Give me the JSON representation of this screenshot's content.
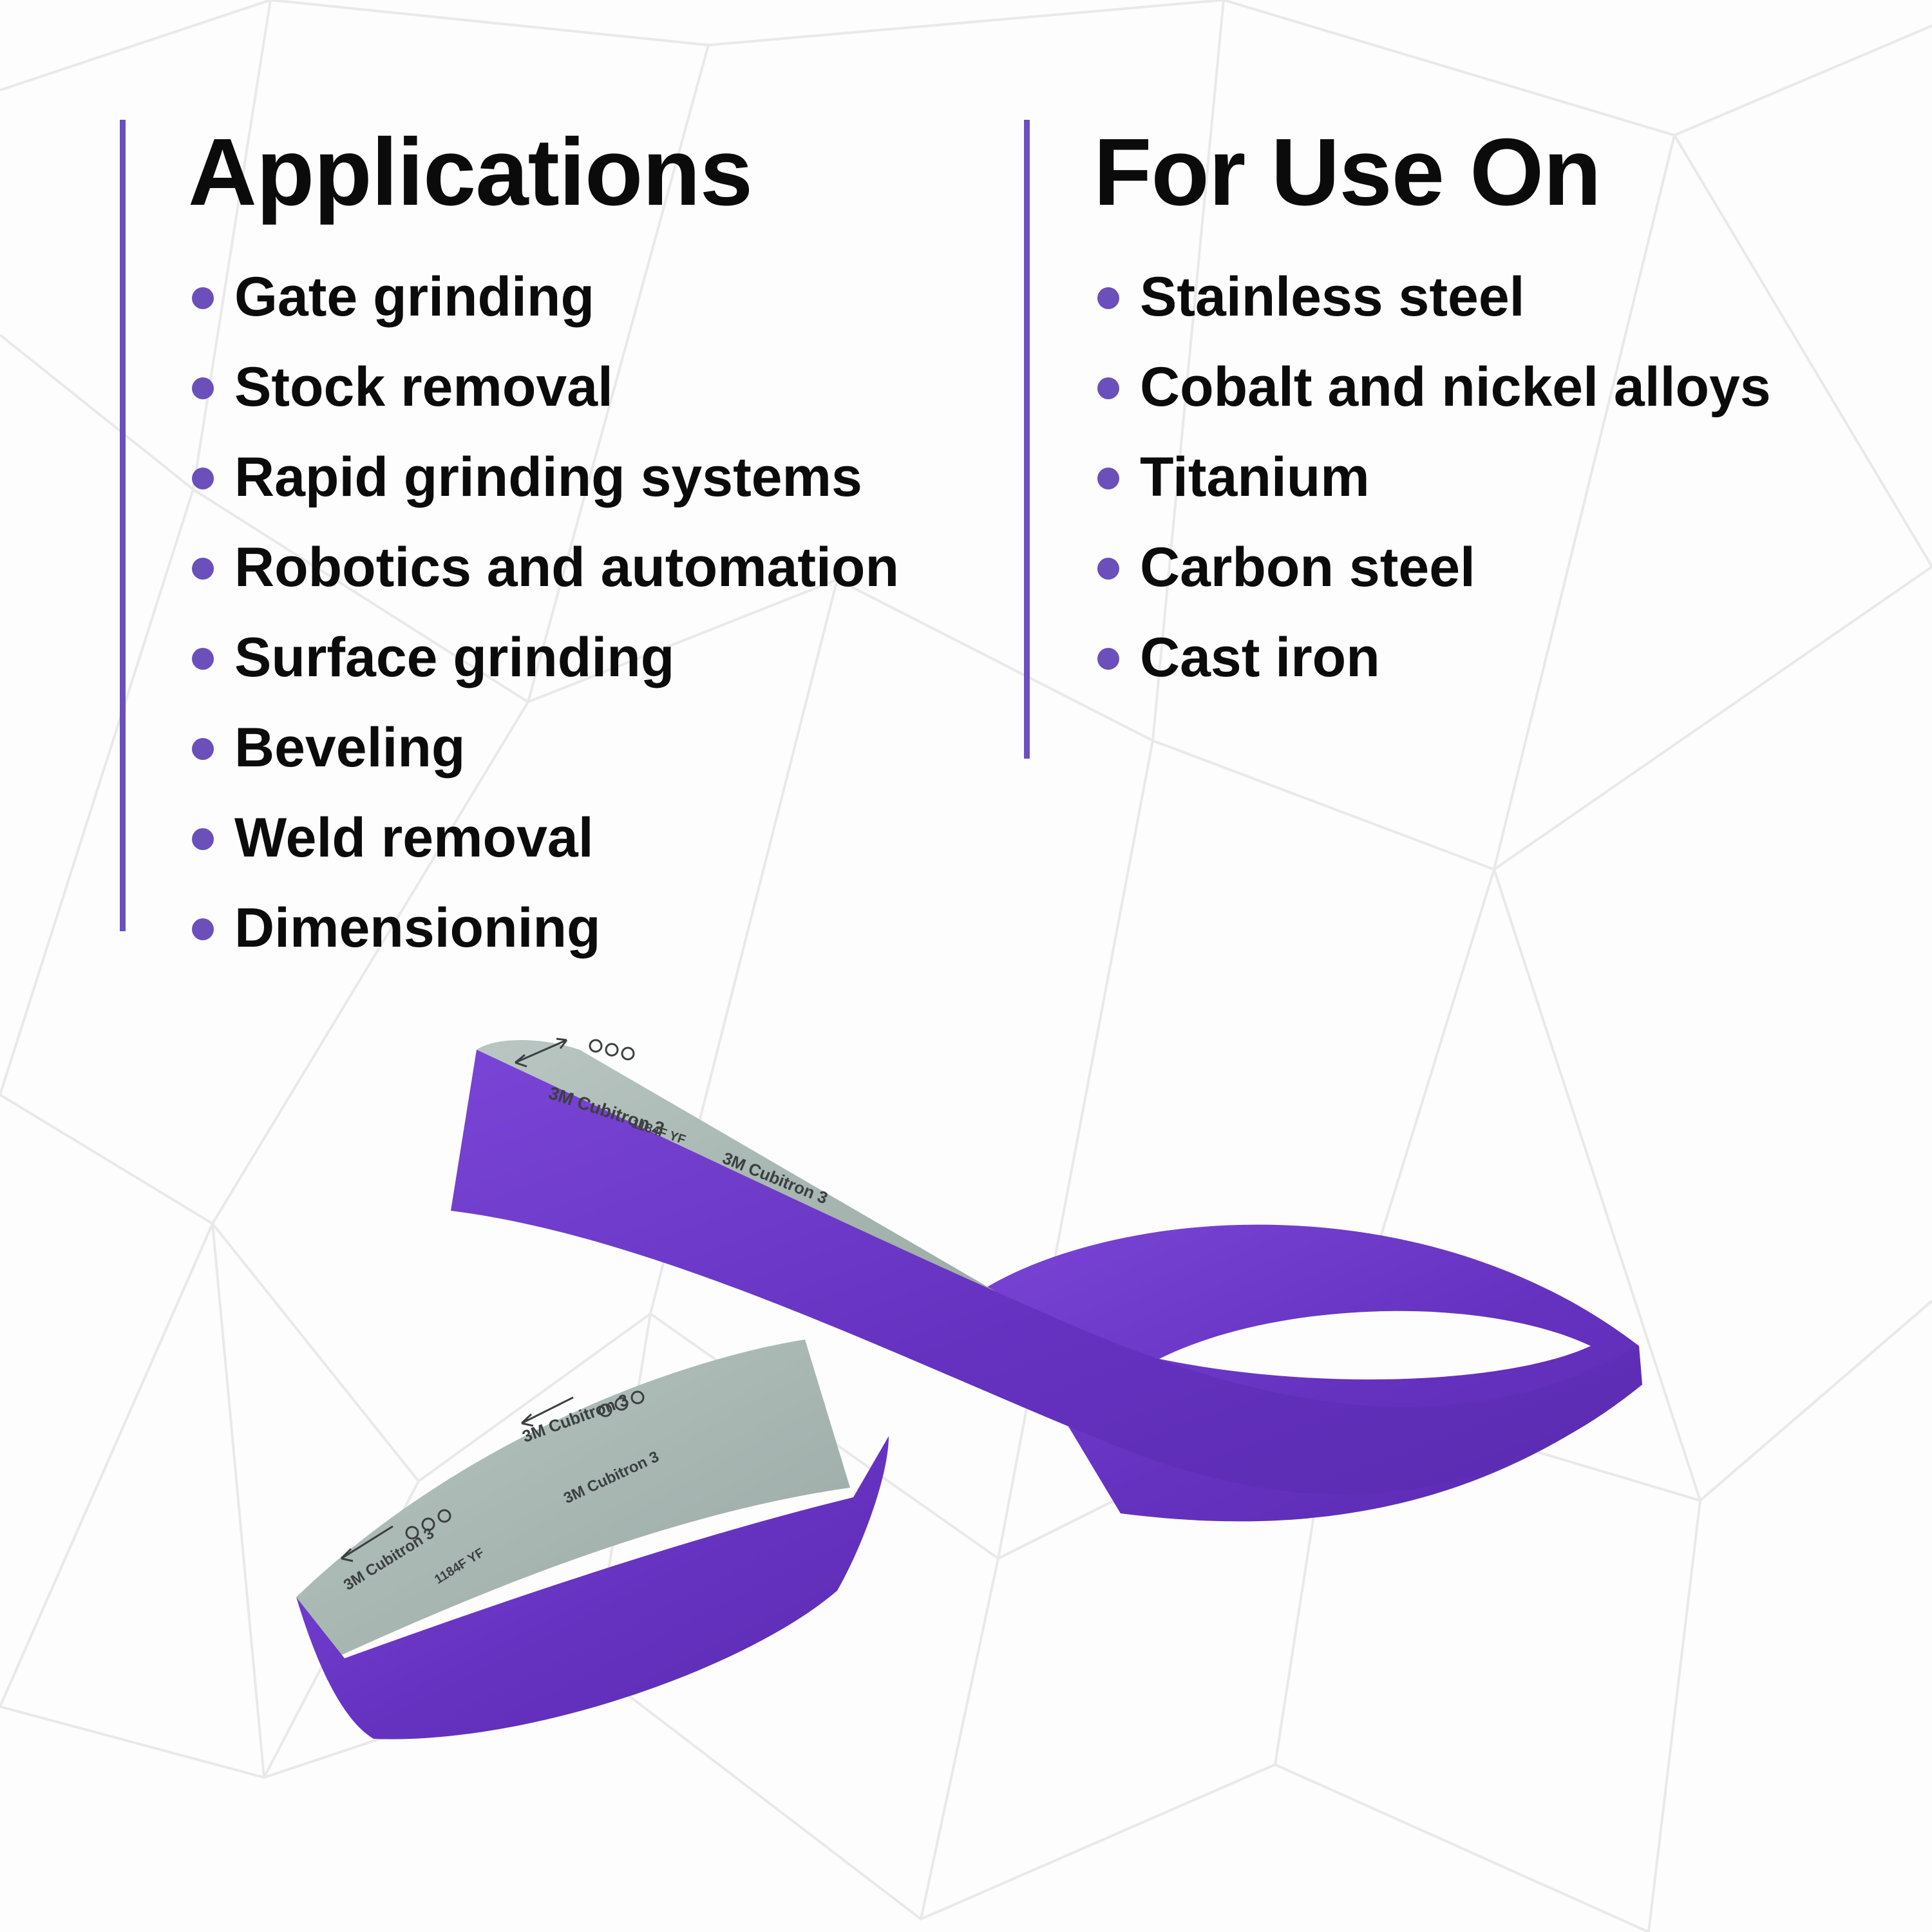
{
  "applications": {
    "title": "Applications",
    "items": [
      "Gate grinding",
      "Stock removal",
      "Rapid grinding systems",
      "Robotics and automation",
      "Surface grinding",
      "Beveling",
      "Weld removal",
      "Dimensioning"
    ]
  },
  "use_on": {
    "title": "For Use On",
    "items": [
      "Stainless steel",
      "Cobalt and nickel alloys",
      "Titanium",
      "Carbon steel",
      "Cast iron"
    ]
  },
  "product": {
    "brand": "3M",
    "name": "Cubitron 3",
    "code": "1184F YF"
  },
  "colors": {
    "accent": "#6b4fbb",
    "belt_purple": "#6a35c4",
    "belt_backing": "#a8b7b2",
    "text": "#0b0b0b"
  }
}
